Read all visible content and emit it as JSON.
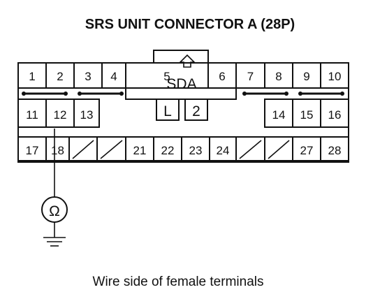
{
  "title": "SRS UNIT CONNECTOR A (28P)",
  "caption": "Wire side of female terminals",
  "connector": {
    "tab_label": "SDA",
    "row1": [
      {
        "label": "1",
        "empty": false
      },
      {
        "label": "2",
        "empty": false
      },
      {
        "label": "3",
        "empty": false
      },
      {
        "label": "4",
        "empty": false
      },
      {
        "label": "5",
        "empty": false
      },
      {
        "label": "6",
        "empty": false
      },
      {
        "label": "7",
        "empty": false
      },
      {
        "label": "8",
        "empty": false
      },
      {
        "label": "9",
        "empty": false
      },
      {
        "label": "10",
        "empty": false
      }
    ],
    "row2_left": [
      {
        "label": "11",
        "empty": false
      },
      {
        "label": "12",
        "empty": false
      },
      {
        "label": "13",
        "empty": false
      }
    ],
    "row2_right": [
      {
        "label": "14",
        "empty": false
      },
      {
        "label": "15",
        "empty": false
      },
      {
        "label": "16",
        "empty": false
      }
    ],
    "inner_labels": [
      "L",
      "2"
    ],
    "row3": [
      {
        "label": "17",
        "empty": false
      },
      {
        "label": "18",
        "empty": false
      },
      {
        "label": "",
        "empty": true
      },
      {
        "label": "",
        "empty": true
      },
      {
        "label": "21",
        "empty": false
      },
      {
        "label": "22",
        "empty": false
      },
      {
        "label": "23",
        "empty": false
      },
      {
        "label": "24",
        "empty": false
      },
      {
        "label": "",
        "empty": true
      },
      {
        "label": "",
        "empty": true
      },
      {
        "label": "27",
        "empty": false
      },
      {
        "label": "28",
        "empty": false
      }
    ]
  },
  "meter": {
    "symbol": "Ω",
    "probe_terminal": "18",
    "icons": [
      "ohmmeter-icon",
      "ground-icon",
      "release-arrow-icon"
    ]
  }
}
